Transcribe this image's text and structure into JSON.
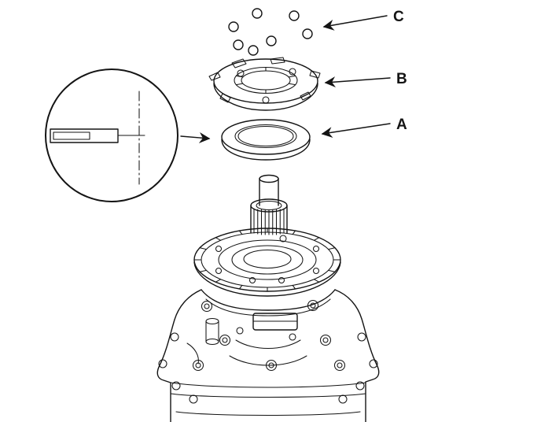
{
  "diagram": {
    "labels": {
      "a": "A",
      "b": "B",
      "c": "C"
    },
    "colors": {
      "line": "#141414",
      "background": "#ffffff"
    }
  }
}
